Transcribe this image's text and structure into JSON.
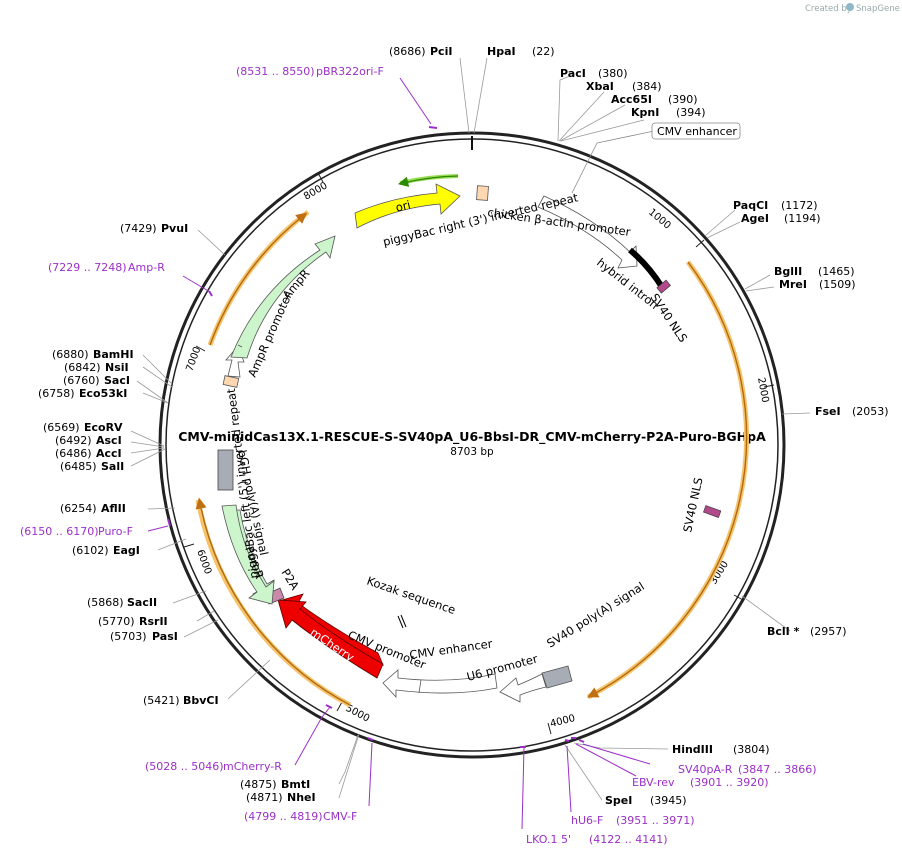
{
  "watermark": {
    "text": "Created by",
    "brand": "SnapGene"
  },
  "plasmid": {
    "name": "CMV-minidCas13X.1-RESCUE-S-SV40pA_U6-BbsI-DR_CMV-mCherry-P2A-Puro-BGHpA",
    "length": "8703 bp"
  },
  "ticks": [
    "1000",
    "2000",
    "3000",
    "4000",
    "5000",
    "6000",
    "7000",
    "8000"
  ],
  "sites": {
    "pcii": {
      "name": "PciI",
      "pos": "(8686)"
    },
    "hpai": {
      "name": "HpaI",
      "pos": "(22)"
    },
    "paci": {
      "name": "PacI",
      "pos": "(380)"
    },
    "xbai": {
      "name": "XbaI",
      "pos": "(384)"
    },
    "acc65i": {
      "name": "Acc65I",
      "pos": "(390)"
    },
    "kpni": {
      "name": "KpnI",
      "pos": "(394)"
    },
    "paqci": {
      "name": "PaqCI",
      "pos": "(1172)"
    },
    "agei": {
      "name": "AgeI",
      "pos": "(1194)"
    },
    "bglii": {
      "name": "BglII",
      "pos": "(1465)"
    },
    "mrei": {
      "name": "MreI",
      "pos": "(1509)"
    },
    "fsei": {
      "name": "FseI",
      "pos": "(2053)"
    },
    "bcli": {
      "name": "BclI *",
      "pos": "(2957)"
    },
    "hindiii": {
      "name": "HindIII",
      "pos": "(3804)"
    },
    "spei": {
      "name": "SpeI",
      "pos": "(3945)"
    },
    "nhei": {
      "name": "NheI",
      "pos": "(4871)"
    },
    "bmti": {
      "name": "BmtI",
      "pos": "(4875)"
    },
    "bbvci": {
      "name": "BbvCI",
      "pos": "(5421)"
    },
    "pasi": {
      "name": "PasI",
      "pos": "(5703)"
    },
    "rsrii": {
      "name": "RsrII",
      "pos": "(5770)"
    },
    "sacii": {
      "name": "SacII",
      "pos": "(5868)"
    },
    "eagi": {
      "name": "EagI",
      "pos": "(6102)"
    },
    "aflii": {
      "name": "AflII",
      "pos": "(6254)"
    },
    "sali": {
      "name": "SalI",
      "pos": "(6485)"
    },
    "acci": {
      "name": "AccI",
      "pos": "(6486)"
    },
    "asci": {
      "name": "AscI",
      "pos": "(6492)"
    },
    "ecorv": {
      "name": "EcoRV",
      "pos": "(6569)"
    },
    "eco53ki": {
      "name": "Eco53kI",
      "pos": "(6758)"
    },
    "saci": {
      "name": "SacI",
      "pos": "(6760)"
    },
    "nsii": {
      "name": "NsiI",
      "pos": "(6842)"
    },
    "bamhi": {
      "name": "BamHI",
      "pos": "(6880)"
    },
    "pvui": {
      "name": "PvuI",
      "pos": "(7429)"
    }
  },
  "primers": {
    "pbr322ori": {
      "range": "(8531 .. 8550)",
      "name": "pBR322ori-F"
    },
    "ampr": {
      "range": "(7229 .. 7248)",
      "name": "Amp-R"
    },
    "purof": {
      "range": "(6150 .. 6170)",
      "name": "Puro-F"
    },
    "mcherryr": {
      "range": "(5028 .. 5046)",
      "name": "mCherry-R"
    },
    "cmvf": {
      "range": "(4799 .. 4819)",
      "name": "CMV-F"
    },
    "lko1": {
      "name": "LKO.1 5'",
      "range": "(4122 .. 4141)"
    },
    "hu6f": {
      "name": "hU6-F",
      "range": "(3951 .. 3971)"
    },
    "ebvrev": {
      "name": "EBV-rev",
      "range": "(3901 .. 3920)"
    },
    "sv40par": {
      "name": "SV40pA-R",
      "range": "(3847 .. 3866)"
    }
  },
  "features": {
    "cmv_enhancer_box": "CMV enhancer",
    "chicken_promoter": "chicken β-actin promoter",
    "hybrid_intron": "hybrid intron",
    "sv40nls_top": "SV40 NLS",
    "sv40nls_right": "SV40 NLS",
    "piggybac_right": "piggyBac right (3') inverted repeat",
    "ori": "ori",
    "ampr": "AmpR",
    "ampr_promoter": "AmpR promoter",
    "piggybac_left": "piggyBac left (5') inverted repeat",
    "bgh": "bGH poly(A) signal",
    "puror": "PuroR",
    "p2a": "P2A",
    "mcherry": "mCherry",
    "cmv_promoter": "CMV promoter",
    "cmv_enhancer": "CMV enhancer",
    "kozak": "Kozak sequence",
    "u6": "U6 promoter",
    "sv40pa": "SV40 poly(A) signal"
  },
  "colors": {
    "backbone": "#222222",
    "primer": "#9b30c8",
    "ori": "#ffff00",
    "mcherry": "#ee0000",
    "ampr": "#ccf5cc",
    "orange_arc": "#f0a030",
    "nls": "#8b2252"
  }
}
